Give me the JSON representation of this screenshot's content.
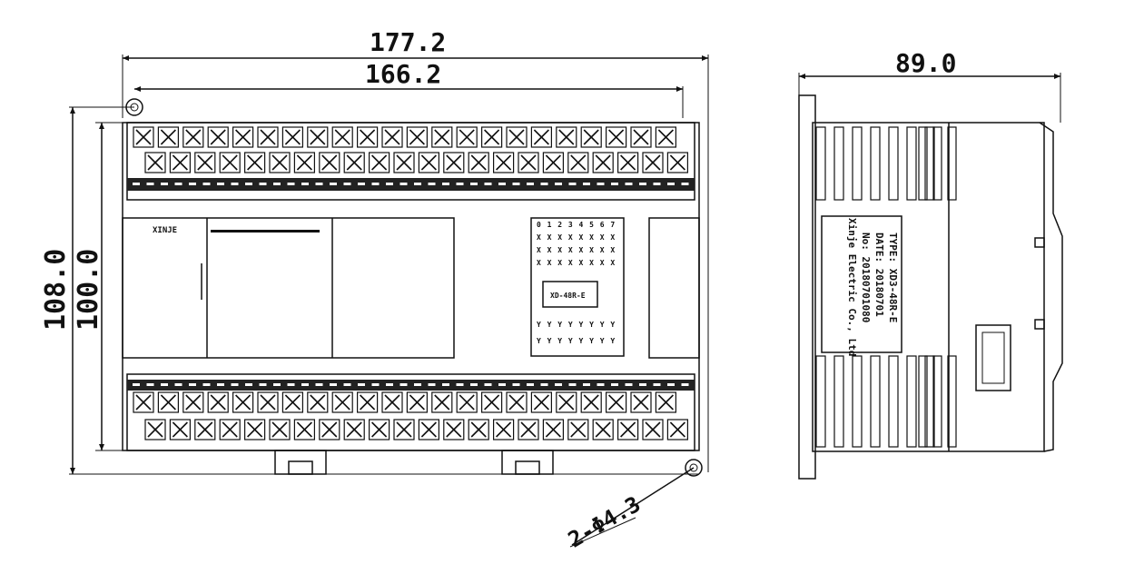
{
  "front_view": {
    "dimensions": {
      "overall_width": "177.2",
      "mount_hole_spacing": "166.2",
      "overall_height": "108.0",
      "body_height": "100.0",
      "hole_note": "2-Φ4.3"
    },
    "panel": {
      "brand": "XINJE",
      "mini_label": "XD-48R-E",
      "led_rows_top": [
        "0 1 2 3 4 5 6 7",
        "X X X X X X X X",
        "X X X X X X X X",
        "X X X X X X X X"
      ],
      "led_rows_bottom": [
        "Y Y Y Y Y Y Y Y",
        "Y Y Y Y Y Y Y Y"
      ]
    },
    "terminal_count_per_row": 22
  },
  "side_view": {
    "dimensions": {
      "depth": "89.0"
    },
    "nameplate": {
      "line1": "TYPE: XD3-48R-E",
      "line2": "DATE: 20180701",
      "line3": "No: 20180701080",
      "line4": "Xinje Electric Co., Ltd"
    }
  },
  "colors": {
    "line": "#111111",
    "background": "#ffffff"
  }
}
